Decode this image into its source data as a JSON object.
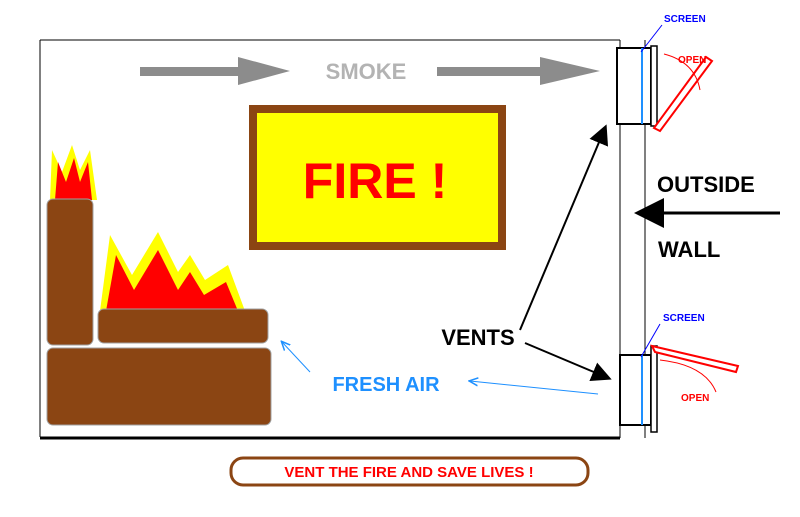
{
  "labels": {
    "smoke": "SMOKE",
    "fire": "FIRE !",
    "outside": "OUTSIDE",
    "wall": "WALL",
    "vents": "VENTS",
    "fresh_air": "FRESH AIR",
    "screen_top": "SCREEN",
    "screen_bottom": "SCREEN",
    "open_top": "OPEN",
    "open_bottom": "OPEN",
    "caption": "VENT THE FIRE AND SAVE LIVES !"
  },
  "colors": {
    "smoke_arrow": "#8c8c8c",
    "smoke_text": "#b3b3b3",
    "fire_panel_bg": "#ffff00",
    "fire_panel_border": "#8b4513",
    "fire_text": "#ff0000",
    "flame_outer": "#ffff00",
    "flame_inner": "#ff0000",
    "log": "#8b4513",
    "fresh_air": "#1e90ff",
    "screen": "#0000ff",
    "open": "#ff0000",
    "caption_text": "#ff0000",
    "caption_border": "#8b4513"
  }
}
